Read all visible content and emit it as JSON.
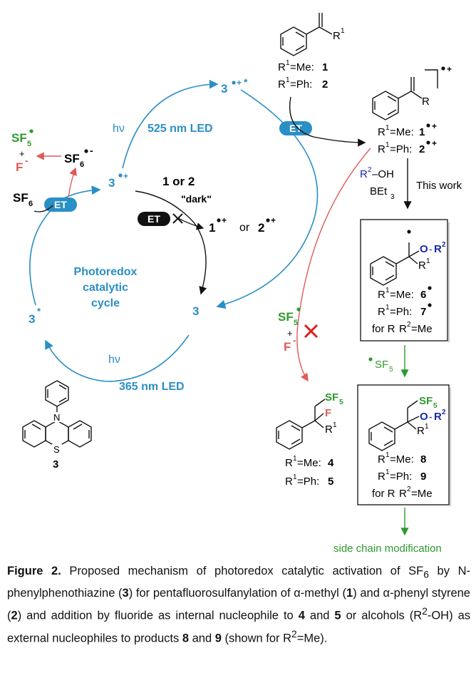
{
  "colors": {
    "blue": "#2a8fc4",
    "red": "#e05a5a",
    "green": "#2e9a2e",
    "navy": "#1a2aa8",
    "dark": "#111111"
  },
  "scheme": {
    "catalyst_excited_radical_cation": "3",
    "catalyst_radical_cation": "3",
    "catalyst_ground": "3",
    "catalyst_excited": "3",
    "catalyst_label": "3",
    "hv_top": "hν",
    "hv_bottom": "hν",
    "led_top": "525 nm LED",
    "led_bottom": "365 nm LED",
    "cycle_title": [
      "Photoredox",
      "catalytic",
      "cycle"
    ],
    "et_label": "ET",
    "sf6": "SF",
    "sf6_sub": "6",
    "plus": "+",
    "f_minus": "F",
    "sf5": "SF",
    "sf5_sub": "5",
    "one_or_two": "1 or 2",
    "dark": "\"dark\"",
    "or_word": "or",
    "r1_top": "R",
    "r1_sup": "1",
    "sub1": "=Me: ",
    "sub1_num": "1",
    "sub2": "=Ph: ",
    "sub2_num": "2",
    "rc_r": "R",
    "rc_sub1": "=Me:",
    "rc_num1": "1",
    "rc_sub2": "=Ph: ",
    "rc_num2": "2",
    "reagent_r2oh": "–OH",
    "reagent_r2": "R",
    "reagent_r2_sup": "2",
    "reagent_bet3": "BEt",
    "reagent_bet3_sub": "3",
    "this_work": "This work",
    "o_r2": "O",
    "box1_r1": "R",
    "box1_me": "=Me: ",
    "box1_num6": "6",
    "box1_ph": "=Ph: ",
    "box1_num7": "7",
    "for_r2_me": "for R",
    "for_r2_me_tail": "=Me",
    "sf5_reagent": "SF",
    "box2_me": "=Me:",
    "box2_num8": "8",
    "box2_ph": "=Ph: ",
    "box2_num9": "9",
    "prod_f": "F",
    "prod_me": "=Me: ",
    "prod_num4": "4",
    "prod_ph": "=Ph: ",
    "prod_num5": "5",
    "side_chain": "side chain modification",
    "catalyst_n": "N",
    "catalyst_s": "S"
  },
  "caption": {
    "fig_label": "Figure 2.",
    "text_1": " Proposed mechanism of photoredox catalytic activation of SF",
    "sub6": "6",
    "text_2": " by N-phenylphenothiazine (",
    "num3": "3",
    "text_3": ") for pentafluorosulfanylation of α-methyl (",
    "num1": "1",
    "text_4": ") and α-phenyl styrene (",
    "num2": "2",
    "text_5": ") and addition by fluoride as internal nucleophile to ",
    "num4": "4",
    "text_6": " and ",
    "num5": "5",
    "text_7": " or alcohols (R",
    "sup2": "2",
    "text_8": "-OH) as external nucleophiles to products ",
    "num8": "8",
    "text_9": " and ",
    "num9": "9",
    "text_10": " (shown for R",
    "sup2b": "2",
    "text_11": "=Me)."
  }
}
